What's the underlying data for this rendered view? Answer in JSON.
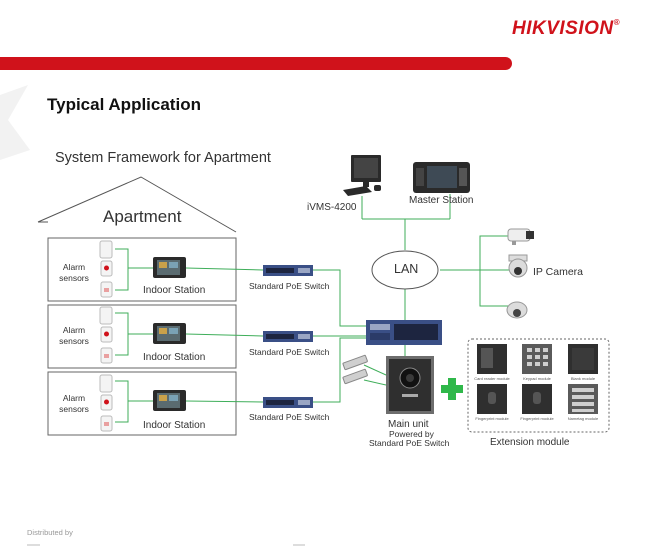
{
  "brand": {
    "name": "HIKVISION",
    "registered_mark": "®",
    "color": "#d0121b"
  },
  "page": {
    "heading": "Typical Application",
    "footer": "Distributed by"
  },
  "diagram": {
    "framework_title": "System Framework for Apartment",
    "apartment_label": "Apartment",
    "floors": [
      {
        "alarm_label": "Alarm sensors",
        "station_label": "Indoor Station",
        "switch_label": "Standard PoE Switch"
      },
      {
        "alarm_label": "Alarm sensors",
        "station_label": "Indoor Station",
        "switch_label": "Standard PoE Switch"
      },
      {
        "alarm_label": "Alarm sensors",
        "station_label": "Indoor Station",
        "switch_label": "Standard PoE Switch"
      }
    ],
    "ivms_label": "iVMS-4200",
    "master_station_label": "Master Station",
    "lan_label": "LAN",
    "ip_camera_label": "IP Camera",
    "main_unit_label": "Main unit",
    "main_unit_powered_label": "Powered by",
    "main_unit_switch_label": "Standard PoE Switch",
    "extension_label": "Extension module",
    "module_captions": [
      "Card reader module",
      "Keypad module",
      "Blank module",
      "Fingerprint module",
      "Fingerprint module",
      "Nametag module"
    ],
    "colors": {
      "line": "#3fae5a",
      "red": "#d0121b",
      "plus": "#2fb84a",
      "device": "#2a2a2a",
      "switch_blue": "#3a4f86"
    }
  }
}
